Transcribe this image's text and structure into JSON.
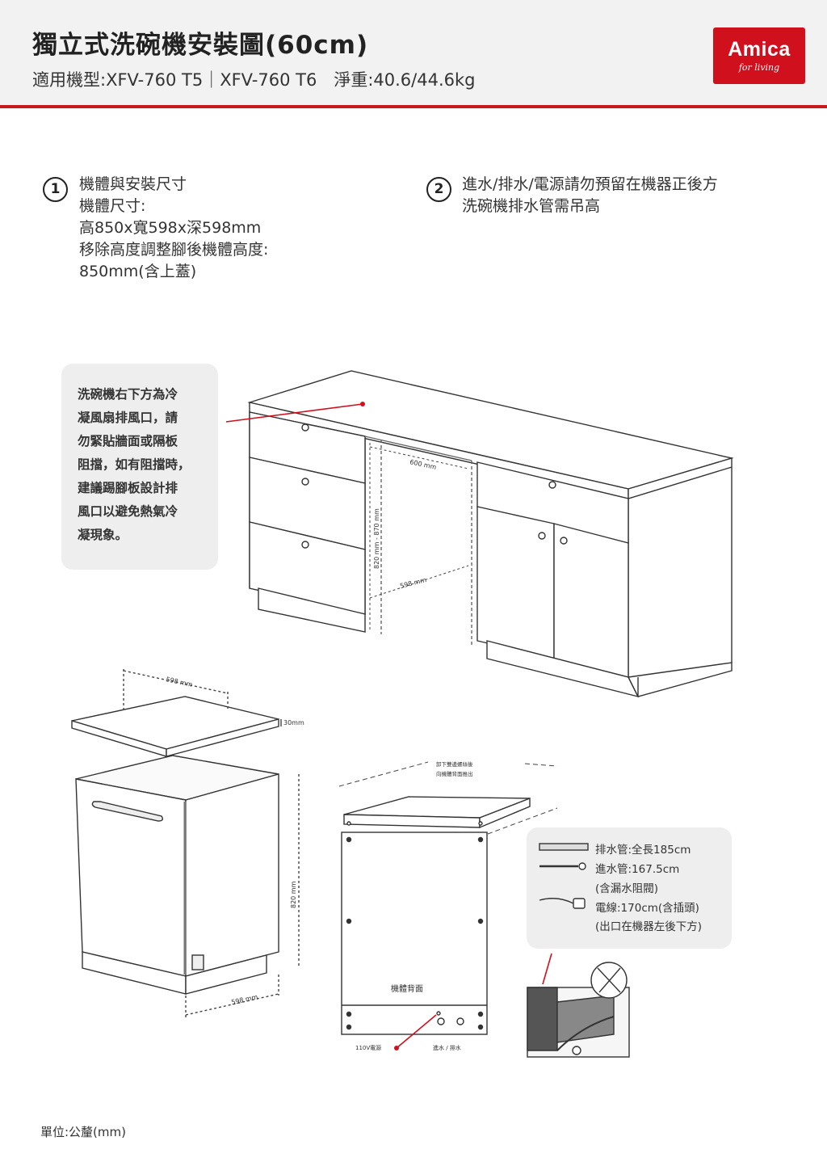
{
  "header": {
    "title": "獨立式洗碗機安裝圖(60cm)",
    "subtitle": "適用機型:XFV-760 T5｜XFV-760 T6　淨重:40.6/44.6kg",
    "logo_brand": "Amica",
    "logo_tagline": "for living",
    "accent_color": "#c8191f"
  },
  "section1": {
    "number": "1",
    "lines": [
      "機體與安裝尺寸",
      "機體尺寸:",
      "高850x寬598x深598mm",
      "移除高度調整腳後機體高度:",
      "850mm(含上蓋)"
    ]
  },
  "section2": {
    "number": "2",
    "lines": [
      "進水/排水/電源請勿預留在機器正後方",
      "洗碗機排水管需吊高"
    ]
  },
  "callout": {
    "lines": [
      "洗碗機右下方為冷",
      "凝風扇排風口，請",
      "勿緊貼牆面或隔板",
      "阻擋，如有阻擋時，",
      "建議踢腳板設計排",
      "風口以避免熱氣冷",
      "凝現象。"
    ]
  },
  "diagram_labels": {
    "niche_width": "600 mm",
    "niche_height": "820 mm - 870 mm",
    "niche_depth": "598 mm",
    "top_width": "598 mm",
    "top_thickness": "30mm",
    "body_height": "820 mm",
    "body_depth": "598 mm",
    "remove_note_1": "卸下雙邊螺絲後",
    "remove_note_2": "向機體背面推出",
    "back_label": "機體背面",
    "power_label": "110V電源",
    "water_label": "進水 / 排水"
  },
  "pipes": {
    "drain": "排水管:全長185cm",
    "inlet": "進水管:167.5cm",
    "inlet_note": "(含漏水阻閥)",
    "cord": "電線:170cm(含插頭)",
    "cord_note": "(出口在機器左後下方)"
  },
  "footer": {
    "unit": "單位:公釐(mm)"
  }
}
